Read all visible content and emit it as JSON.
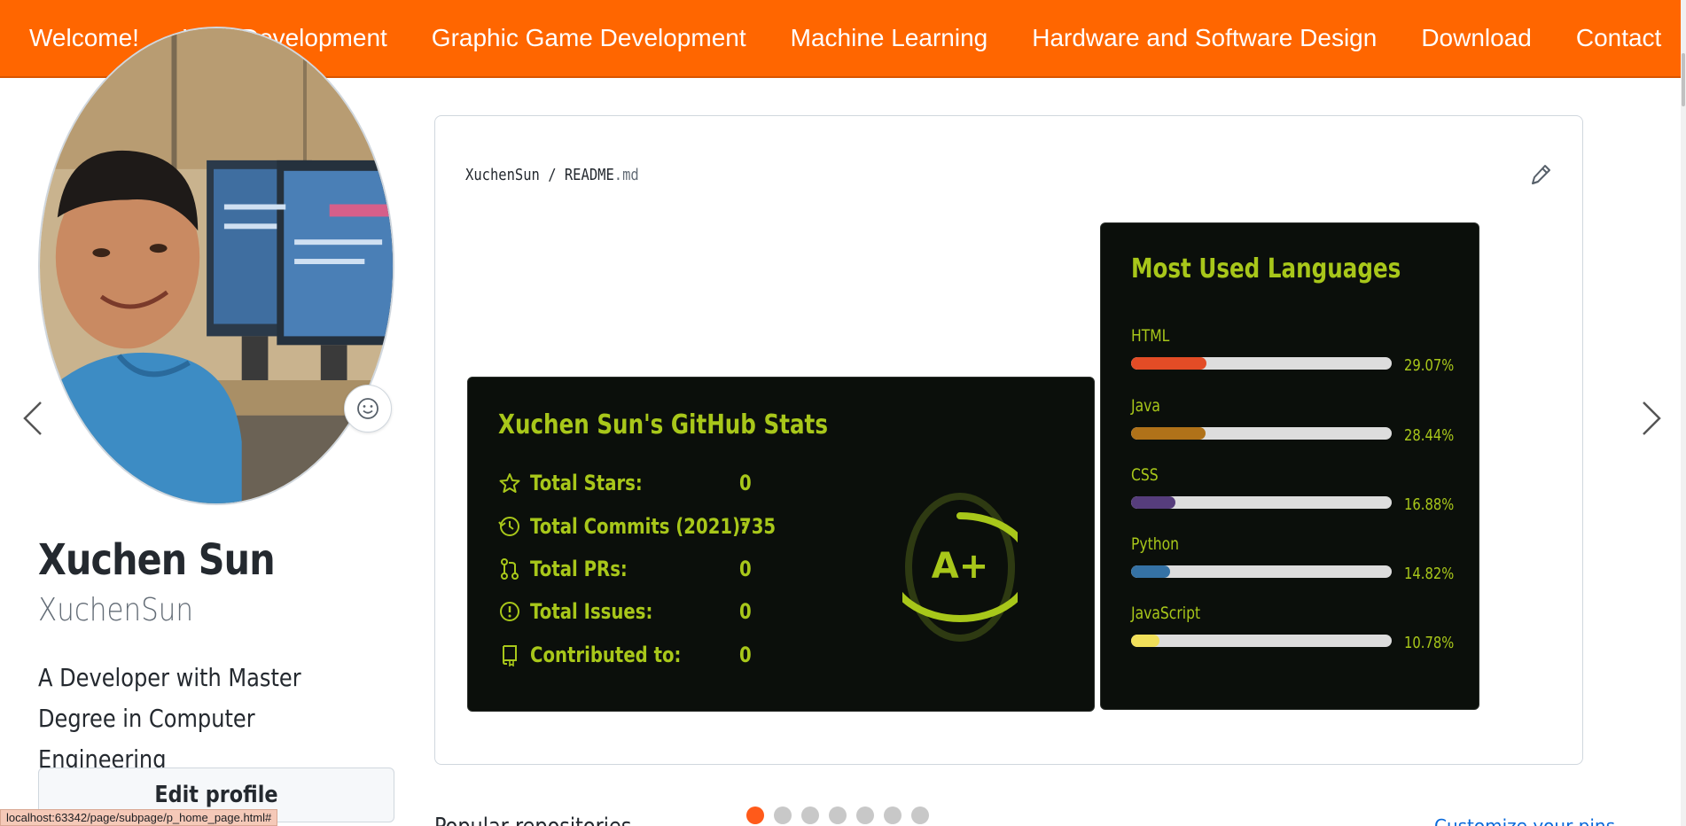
{
  "nav": {
    "items": [
      {
        "label": "Welcome!"
      },
      {
        "label": "Web Development"
      },
      {
        "label": "Graphic Game Development"
      },
      {
        "label": "Machine Learning"
      },
      {
        "label": "Hardware and Software Design"
      },
      {
        "label": "Download"
      },
      {
        "label": "Contact"
      }
    ]
  },
  "profile": {
    "name": "Xuchen Sun",
    "login": "XuchenSun",
    "bio": "A Developer with Master Degree in Computer Engineering",
    "edit_label": "Edit profile"
  },
  "readme": {
    "owner": "XuchenSun",
    "separator": " / ",
    "file_base": "README",
    "file_ext": ".md"
  },
  "stats_card": {
    "title": "Xuchen Sun's GitHub Stats",
    "rows": [
      {
        "icon": "star-icon",
        "label": "Total Stars:",
        "value": "0"
      },
      {
        "icon": "history-icon",
        "label": "Total Commits (2021):",
        "value": "735"
      },
      {
        "icon": "pull-request-icon",
        "label": "Total PRs:",
        "value": "0"
      },
      {
        "icon": "issue-icon",
        "label": "Total Issues:",
        "value": "0"
      },
      {
        "icon": "repo-icon",
        "label": "Contributed to:",
        "value": "0"
      }
    ],
    "grade": "A+",
    "grade_fraction": 0.75,
    "accent_color": "#a8c71a",
    "background_color": "#0b0f0b"
  },
  "languages_card": {
    "title": "Most Used Languages",
    "languages": [
      {
        "name": "HTML",
        "percent": "29.07%",
        "value": 29.07,
        "color": "#e34c26"
      },
      {
        "name": "Java",
        "percent": "28.44%",
        "value": 28.44,
        "color": "#b07219"
      },
      {
        "name": "CSS",
        "percent": "16.88%",
        "value": 16.88,
        "color": "#563d7c"
      },
      {
        "name": "Python",
        "percent": "14.82%",
        "value": 14.82,
        "color": "#3572a5"
      },
      {
        "name": "JavaScript",
        "percent": "10.78%",
        "value": 10.78,
        "color": "#f1e05a"
      }
    ]
  },
  "bottom": {
    "popular_label": "Popular repositories",
    "customize_label": "Customize your pins",
    "carousel_dots": 7,
    "active_dot": 0
  },
  "status_bar": {
    "url": "localhost:63342/page/subpage/p_home_page.html#"
  },
  "colors": {
    "nav_background": "#ff6600",
    "active_dot": "#ff5a1a"
  }
}
